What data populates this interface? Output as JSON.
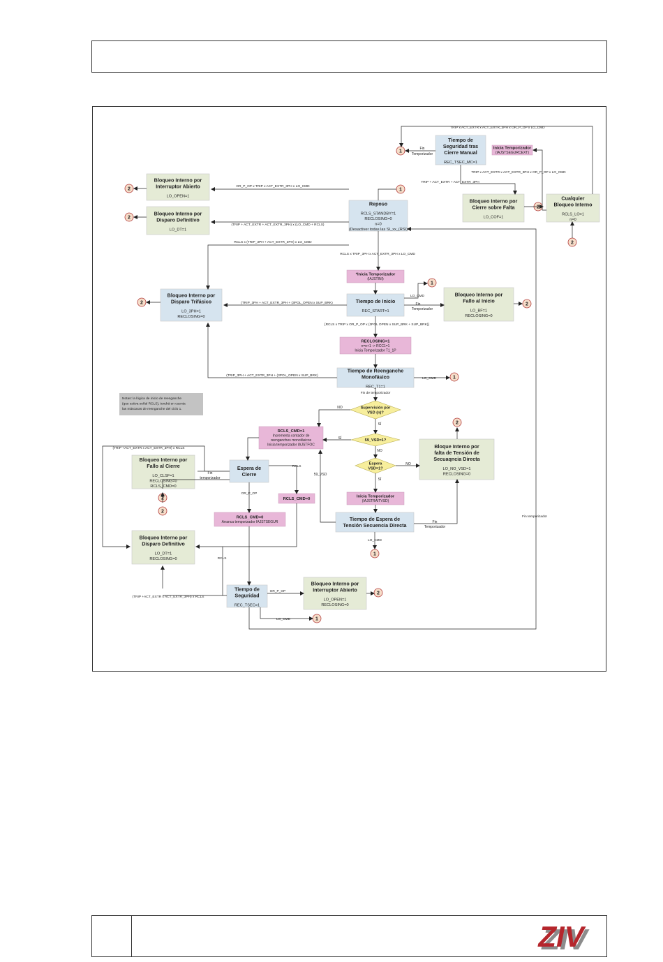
{
  "logo": {
    "text": "ZIV",
    "color": "#b5262c",
    "shadow_color": "#8c8c8c"
  },
  "colors": {
    "state_fill": "#d6e4ef",
    "lockout_fill": "#e5ebd6",
    "timer_fill": "#e8b7d8",
    "decision_fill": "#f7ee9c",
    "note_fill": "#c3c3c3",
    "marker_fill": "#f6ddc9",
    "marker_stroke": "#b23b3b",
    "line": "#222222"
  },
  "states": {
    "reposo": {
      "title": [
        "Reposo"
      ],
      "body": [
        "RCLS_STANDBY=1",
        "RECLOSING=0",
        "n=0",
        "(Desactiver todas las SI_xx_(RSI)"
      ]
    },
    "tsec_mc": {
      "title": [
        "Tiempo de",
        "Seguridad tras",
        "Cierre Manual"
      ],
      "body": [
        "REC_TSEC_MC=1"
      ]
    },
    "inicio": {
      "title": [
        "Tiempo de Inicio"
      ],
      "body": [
        "REC_START=1"
      ]
    },
    "monofasico": {
      "title": [
        "Tiempo de Reenganche",
        "Monofásico"
      ],
      "body": [
        "REC_T1=1"
      ]
    },
    "espera_cierre": {
      "title": [
        "Espera de",
        "Cierre"
      ],
      "body": []
    },
    "espera_tension": {
      "title": [
        "Tiempo de Espera de",
        "Tensión Secuencia Directa"
      ],
      "body": []
    },
    "seguridad": {
      "title": [
        "Tiempo de",
        "Seguridad"
      ],
      "body": [
        "REC_TSEC=1"
      ]
    }
  },
  "lockouts": {
    "int_abierto_top": {
      "title": [
        "Bloqueo Interno por",
        "Interruptor Abierto"
      ],
      "body": [
        "LO_OPEN=1"
      ]
    },
    "disparo_def_top": {
      "title": [
        "Bloqueo Interno por",
        "Disparo Definitivo"
      ],
      "body": [
        "LO_DT=1"
      ]
    },
    "cierre_falta": {
      "title": [
        "Bloqueo Interno por",
        "Cierre sobre Falta"
      ],
      "body": [
        "LO_COF=1"
      ]
    },
    "cualquier": {
      "title": [
        "Cualquier",
        "Bloqueo Interno"
      ],
      "body": [
        "RCLS_LO=1",
        "n=0"
      ]
    },
    "trifasico": {
      "title": [
        "Bloqueo Interno por",
        "Disparo Trifásico"
      ],
      "body": [
        "LO_3PH=1",
        "RECLOSING=0"
      ]
    },
    "fallo_inicio": {
      "title": [
        "Bloqueo Interno por",
        "Fallo al Inicio"
      ],
      "body": [
        "LO_BF=1",
        "RECLOSING=0"
      ]
    },
    "falta_tension": {
      "title": [
        "Bloque Interno por",
        "falta de Tensión de",
        "Secuaqncia Directa"
      ],
      "body": [
        "LO_NO_VSD=1",
        "RECLOSING=0"
      ]
    },
    "fallo_cierre": {
      "title": [
        "Bloqueo Interno por",
        "Fallo al Cierre"
      ],
      "body": [
        "LO_CLSF=1",
        "RECLOSING=0",
        "RCLS_CMD=0"
      ]
    },
    "disparo_def_bottom": {
      "title": [
        "Bloqueo Interno por",
        "Disparo Definitivo"
      ],
      "body": [
        "LO_DT=1",
        "RECLOSING=0"
      ]
    },
    "int_abierto_bottom": {
      "title": [
        "Bloqueo Interno por",
        "Interruptor Abierto"
      ],
      "body": [
        "LO_OPEN=1",
        "RECLOSING=0"
      ]
    }
  },
  "timers": {
    "tsec_mc_timer": [
      "Inicia Temporizador",
      "(IAJSTSEGURCEXT)"
    ],
    "inicio_timer": [
      "*Inicia Temporizador",
      "(IAJSTINI)"
    ],
    "reclosing_timer": [
      "RECLOSING=1",
      "n=n+1 -> RCC1=1",
      "Inicia Temporizador T1_1P"
    ],
    "rcls_cmd1": [
      "RCLS_CMD=1",
      "Incrementa contador de",
      "reenganches monofásicos",
      "Inicia temporizador IAJSTFOC"
    ],
    "rcls_cmd0_a": [
      "RCLS_CMD=0"
    ],
    "rcls_cmd0_b": [
      "RCLS_CMD=0",
      "Arranca temporizador IAJSTSEGUR"
    ],
    "vsd_timer": [
      "Inicia Temporizador",
      "(IAJSTRAITVSD)"
    ]
  },
  "decisions": {
    "supervision": [
      "Supervisión por",
      "VSD (n)?"
    ],
    "vsd59": [
      "59_VSD=1?"
    ],
    "espera_vsd": [
      "Espera",
      "VSD=1?"
    ]
  },
  "note": [
    "Notas: la lógica de inicio de reenganche",
    "(que activa señal RCLS), tendrá en cuenta",
    "las máscaras de reenganche del ciclo 1."
  ],
  "markers": {
    "one": "1",
    "two": "2"
  },
  "labels": {
    "top_condition": "TRIP x ACT_EXTR x ACT_EXTR_3PH x OR_P_OP x LO_CMD",
    "top_condition2": "TRIP x ACT_EXTR x ACT_EXTR_3PH x OR_P_OP x LO_CMD",
    "trip_cof": "TRIP + ACT_EXTR + ACT_EXTR_3PH",
    "fin_temp": "Fin",
    "temporizador": "Temporizador",
    "temporizador_lc": "temporizador",
    "open_cond": "OR_P_OP x TRIP x ACT_EXTR_3PH x LO_CMD",
    "dt_cond": "(TRIP + ACT_EXTR + ACT_EXTR_3PH) x (LO_CMD + RCLS)",
    "rcls_3ph": "RCLS x (TRIP_3PH + ACT_EXTR_3PH) x LO_CMD",
    "reposo_exit": "RCLS x TRIP_3PH x ACT_EXTR_3PH x LO_CMD",
    "lo_cmd": "LO_CMD",
    "ini_3ph": "(TRIP_3PH + ACT_EXTR_3PH + (3POL_OPEN x SUP_BRK)",
    "ini_exit": "[RCLS x TRIP x OR_P_OP x (3POL OPEN x SUP_BRK + SUP_BRK)]",
    "mono_3ph": "(TRIP_3PH + ACT_EXTR_3PH + (3POL_OPEN x SUP_BRK)",
    "fin_de_temp": "Fin de temporizador",
    "no": "NO",
    "si": "SÍ",
    "si2": "SÍ",
    "cierre_cond": "(TRIP +ACT_EXTR x ACT_EXTR_3PH) x RCLS",
    "rcls": "RCLS",
    "or_p_op": "OR_P_OP",
    "vsd59": "59_VSD",
    "fin_temporizador": "Fin temporizador",
    "seg_cond": "(TRIP +ACT_EXTR x ACT_EXTR_3PH) x RCLS"
  }
}
